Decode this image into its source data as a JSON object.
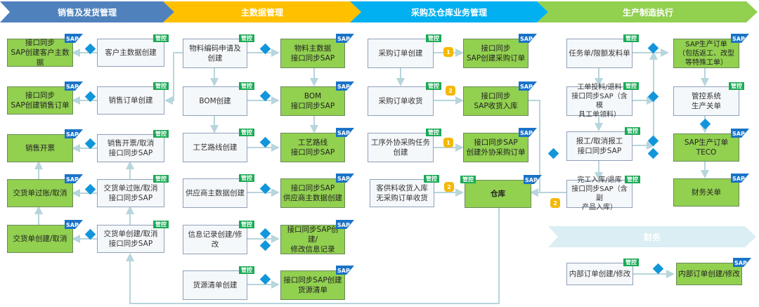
{
  "headers": {
    "sales": "销售及发货管理",
    "master": "主数据管理",
    "purchase": "采购及仓库业务管理",
    "production": "生产制造执行",
    "finance": "财务"
  },
  "badge_text": "管控",
  "sap_text": "SAP",
  "colors": {
    "sales": "#4f81bd",
    "master": "#ffc000",
    "purchase": "#00b0f0",
    "production": "#92d050",
    "finance": "#daeef3",
    "sap_box": "#92d050",
    "badge": "#1aaa55",
    "diamond": "#1296db",
    "step": "#f5b800"
  },
  "sales": {
    "mgmt": [
      "客户主数据创建",
      "销售订单创建",
      "销售开票/取消\n接口同步SAP",
      "交货单过账/取消\n接口同步SAP",
      "交货单创建/取消\n接口同步SAP"
    ],
    "sap": [
      "接口同步\nSAP创建客户主数据",
      "接口同步\nSAP创建销售订单",
      "销售开票",
      "交货单过账/取消",
      "交货单创建/取消"
    ]
  },
  "master": {
    "mgmt": [
      "物料编码申请及\n创建",
      "BOM创建",
      "工艺路线创建",
      "供应商主数据创建",
      "信息记录创建/修改",
      "货源清单创建"
    ],
    "sap": [
      "物料主数据\n接口同步SAP",
      "BOM\n接口同步SAP",
      "工艺路线\n接口同步SAP",
      "接口同步SAP\n供应商主数据创建",
      "接口同步SAP创建/\n修改信息记录",
      "接口同步SAP创建\n货源清单"
    ]
  },
  "purchase": {
    "mgmt": [
      "采购订单创建",
      "采购订单收货",
      "工序外协采购任务\n创建",
      "客供料收货入库\n无采购订单收货"
    ],
    "sap": [
      "接口同步\nSAP创建采购订单",
      "接口同步\nSAP收货入库",
      "接口同步SAP\n创建外协采购订单",
      "仓库"
    ],
    "steps": [
      "1",
      "2",
      "1",
      "2"
    ]
  },
  "production": {
    "mgmt": [
      "任务单/限额发料单",
      "工单投料/退料\n接口同步SAP（含模\n具工单领料）",
      "报工/取消报工\n接口同步SAP",
      "完工入库/退库\n接口同步SAP（含副\n产品入库）",
      "管控系统\n生产关单"
    ],
    "sap": [
      "SAP生产订单\n（包括返工、改型\n等特殊工单）",
      "SAP生产订单TECO",
      "财务关单"
    ],
    "step": "2"
  },
  "finance": {
    "mgmt": "内部订单创建/修改",
    "sap": "内部订单创建/修改"
  }
}
